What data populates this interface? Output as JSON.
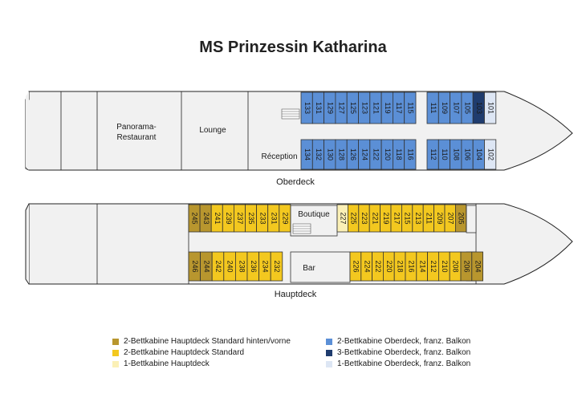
{
  "title": "MS Prinzessin Katharina",
  "colors": {
    "gold": "#b8962e",
    "yellow": "#f3c81f",
    "pale_yellow": "#fbf0b6",
    "blue": "#5b8fd6",
    "dark_blue": "#1f3c6e",
    "light_blue": "#dde6f4",
    "hull": "#f1f1f1"
  },
  "oberdeck": {
    "label": "Oberdeck",
    "rooms": {
      "panorama_line1": "Panorama-",
      "panorama_line2": "Restaurant",
      "lounge": "Lounge",
      "reception": "Réception"
    },
    "top_cabins": [
      {
        "n": "133",
        "type": "blue"
      },
      {
        "n": "131",
        "type": "blue"
      },
      {
        "n": "129",
        "type": "blue"
      },
      {
        "n": "127",
        "type": "blue"
      },
      {
        "n": "125",
        "type": "blue"
      },
      {
        "n": "123",
        "type": "blue"
      },
      {
        "n": "121",
        "type": "blue"
      },
      {
        "n": "119",
        "type": "blue"
      },
      {
        "n": "117",
        "type": "blue"
      },
      {
        "n": "115",
        "type": "blue"
      }
    ],
    "top_fwd_cabins": [
      {
        "n": "111",
        "type": "blue"
      },
      {
        "n": "109",
        "type": "blue"
      },
      {
        "n": "107",
        "type": "blue"
      },
      {
        "n": "105",
        "type": "blue"
      },
      {
        "n": "103",
        "type": "dark_blue"
      },
      {
        "n": "101",
        "type": "light_blue"
      }
    ],
    "bottom_cabins": [
      {
        "n": "134",
        "type": "blue"
      },
      {
        "n": "132",
        "type": "blue"
      },
      {
        "n": "130",
        "type": "blue"
      },
      {
        "n": "128",
        "type": "blue"
      },
      {
        "n": "126",
        "type": "blue"
      },
      {
        "n": "124",
        "type": "blue"
      },
      {
        "n": "122",
        "type": "blue"
      },
      {
        "n": "120",
        "type": "blue"
      },
      {
        "n": "118",
        "type": "blue"
      },
      {
        "n": "116",
        "type": "blue"
      }
    ],
    "bottom_fwd_cabins": [
      {
        "n": "112",
        "type": "blue"
      },
      {
        "n": "110",
        "type": "blue"
      },
      {
        "n": "108",
        "type": "blue"
      },
      {
        "n": "106",
        "type": "blue"
      },
      {
        "n": "104",
        "type": "blue"
      },
      {
        "n": "102",
        "type": "light_blue"
      }
    ]
  },
  "hauptdeck": {
    "label": "Hauptdeck",
    "rooms": {
      "boutique": "Boutique",
      "bar": "Bar"
    },
    "top_aft_cabins": [
      {
        "n": "245",
        "type": "gold"
      },
      {
        "n": "243",
        "type": "gold"
      },
      {
        "n": "241",
        "type": "yellow"
      },
      {
        "n": "239",
        "type": "yellow"
      },
      {
        "n": "237",
        "type": "yellow"
      },
      {
        "n": "235",
        "type": "yellow"
      },
      {
        "n": "233",
        "type": "yellow"
      },
      {
        "n": "231",
        "type": "yellow"
      },
      {
        "n": "229",
        "type": "yellow"
      }
    ],
    "top_fwd_cabins": [
      {
        "n": "227",
        "type": "pale_yellow"
      },
      {
        "n": "225",
        "type": "yellow"
      },
      {
        "n": "223",
        "type": "yellow"
      },
      {
        "n": "221",
        "type": "yellow"
      },
      {
        "n": "219",
        "type": "yellow"
      },
      {
        "n": "217",
        "type": "yellow"
      },
      {
        "n": "215",
        "type": "yellow"
      },
      {
        "n": "213",
        "type": "yellow"
      },
      {
        "n": "211",
        "type": "yellow"
      },
      {
        "n": "209",
        "type": "yellow"
      },
      {
        "n": "207",
        "type": "yellow"
      },
      {
        "n": "205",
        "type": "gold"
      }
    ],
    "bottom_aft_cabins": [
      {
        "n": "246",
        "type": "gold"
      },
      {
        "n": "244",
        "type": "gold"
      },
      {
        "n": "242",
        "type": "yellow"
      },
      {
        "n": "240",
        "type": "yellow"
      },
      {
        "n": "238",
        "type": "yellow"
      },
      {
        "n": "236",
        "type": "yellow"
      },
      {
        "n": "234",
        "type": "yellow"
      },
      {
        "n": "232",
        "type": "yellow"
      }
    ],
    "bottom_fwd_cabins": [
      {
        "n": "226",
        "type": "yellow"
      },
      {
        "n": "224",
        "type": "yellow"
      },
      {
        "n": "222",
        "type": "yellow"
      },
      {
        "n": "220",
        "type": "yellow"
      },
      {
        "n": "218",
        "type": "yellow"
      },
      {
        "n": "216",
        "type": "yellow"
      },
      {
        "n": "214",
        "type": "yellow"
      },
      {
        "n": "212",
        "type": "yellow"
      },
      {
        "n": "210",
        "type": "yellow"
      },
      {
        "n": "208",
        "type": "yellow"
      },
      {
        "n": "206",
        "type": "gold"
      },
      {
        "n": "204",
        "type": "gold"
      }
    ]
  },
  "legend": {
    "left": [
      {
        "label": "2-Bettkabine Hauptdeck Standard hinten/vorne",
        "type": "gold"
      },
      {
        "label": "2-Bettkabine Hauptdeck Standard",
        "type": "yellow"
      },
      {
        "label": "1-Bettkabine Hauptdeck",
        "type": "pale_yellow"
      }
    ],
    "right": [
      {
        "label": "2-Bettkabine Oberdeck, franz. Balkon",
        "type": "blue"
      },
      {
        "label": "3-Bettkabine Oberdeck, franz. Balkon",
        "type": "dark_blue"
      },
      {
        "label": "1-Bettkabine Oberdeck, franz. Balkon",
        "type": "light_blue"
      }
    ]
  }
}
